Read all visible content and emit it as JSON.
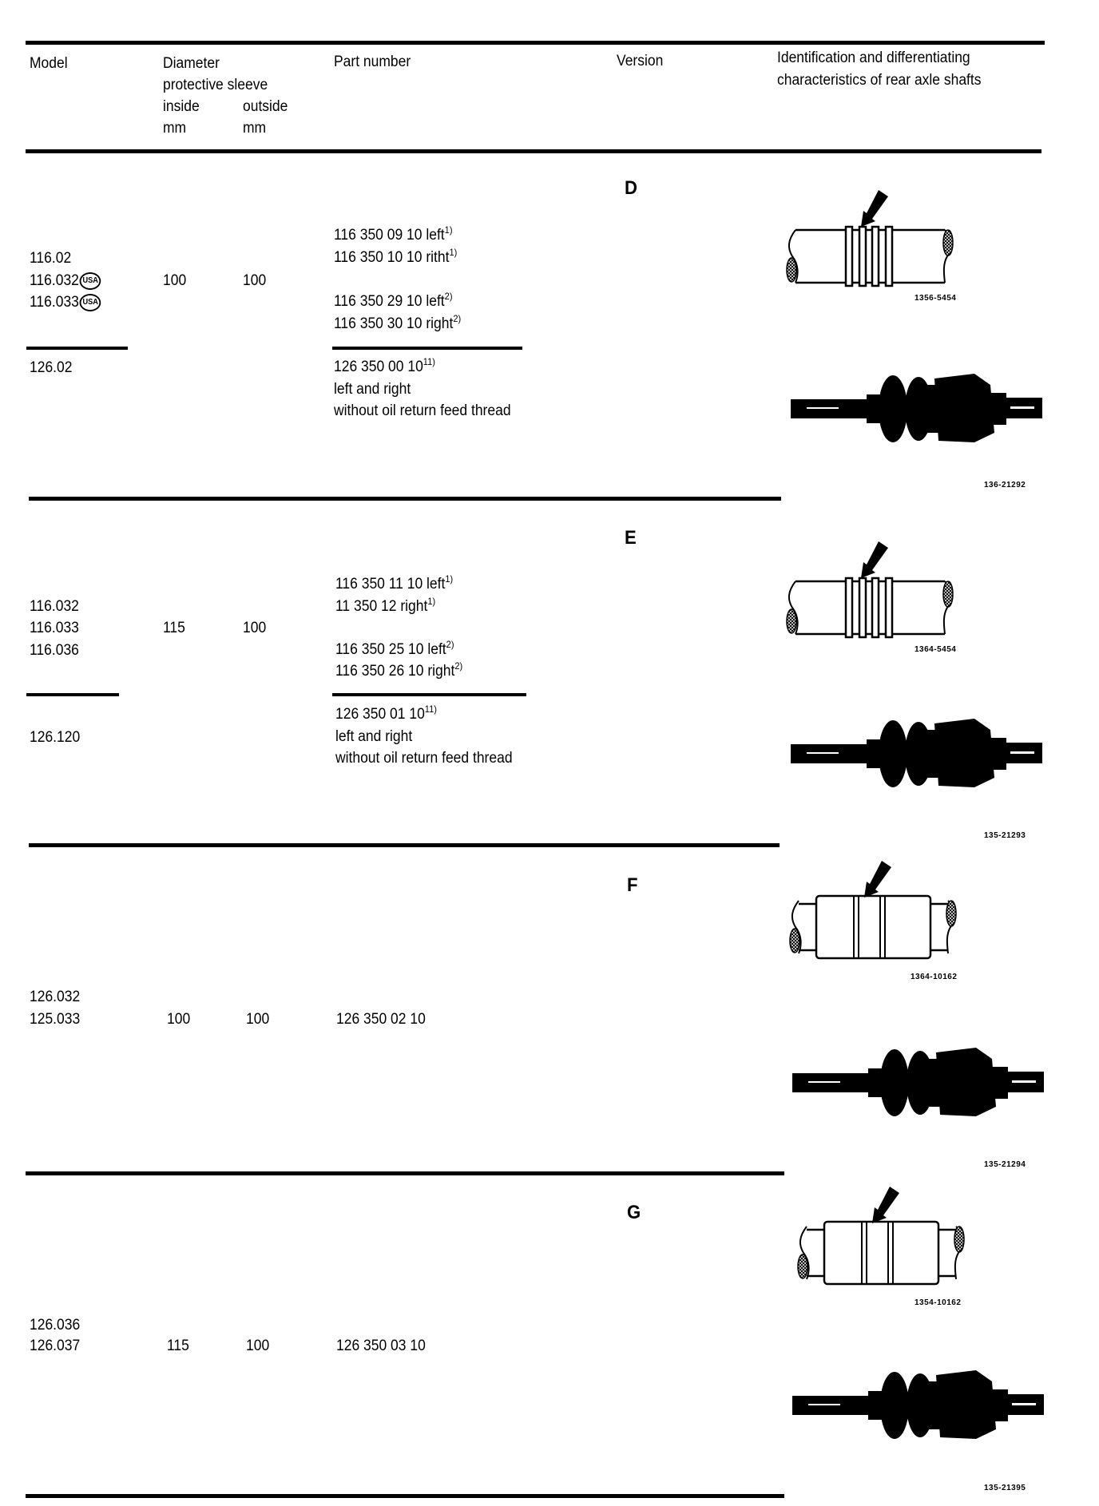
{
  "header": {
    "model": "Model",
    "diameter": "Diameter",
    "protective_sleeve": "protective sleeve",
    "inside": "inside",
    "outside": "outside",
    "inside_unit": "mm",
    "outside_unit": "mm",
    "part_number": "Part number",
    "version": "Version",
    "identification_1": "Identification and differentiating",
    "identification_2": "characteristics of rear axle shafts"
  },
  "usa_badge": "USA",
  "versions": [
    {
      "version": "D",
      "models_a": [
        {
          "model": "116.02",
          "usa": false
        },
        {
          "model": "116.032",
          "usa": true
        },
        {
          "model": "116.033",
          "usa": true
        }
      ],
      "inside": "100",
      "outside": "100",
      "parts_a": [
        {
          "number": "116 350 09 10 left",
          "note": "1"
        },
        {
          "number": "116 350 10 10 ritht",
          "note": "1"
        },
        {
          "number": "116 350 29 10 left",
          "note": "2"
        },
        {
          "number": "116 350 30 10 right",
          "note": "2"
        }
      ],
      "models_b": [
        "126.02"
      ],
      "part_b": {
        "number": "126 350 00 10",
        "note": "11",
        "line2": "left and right",
        "line3": "without oil return feed thread"
      },
      "fig_top_label": "1356-5454",
      "fig_bottom_label": "136-21292"
    },
    {
      "version": "E",
      "models_a": [
        {
          "model": "116.032",
          "usa": false
        },
        {
          "model": "116.033",
          "usa": false
        },
        {
          "model": "116.036",
          "usa": false
        }
      ],
      "inside": "115",
      "outside": "100",
      "parts_a": [
        {
          "number": "116 350 11 10 left",
          "note": "1"
        },
        {
          "number": "11   350 12 right",
          "note": "1"
        },
        {
          "number": "116 350 25 10 left",
          "note": "2"
        },
        {
          "number": "116 350 26 10 right",
          "note": "2"
        }
      ],
      "models_b": [
        "126.120"
      ],
      "part_b": {
        "number": "126 350 01 10",
        "note": "11",
        "line2": "left and right",
        "line3": "without oil return feed thread"
      },
      "fig_top_label": "1364-5454",
      "fig_bottom_label": "135-21293"
    },
    {
      "version": "F",
      "models_a": [
        {
          "model": "126.032",
          "usa": false
        },
        {
          "model": "125.033",
          "usa": false
        }
      ],
      "inside": "100",
      "outside": "100",
      "part": "126 350 02 10",
      "fig_top_label": "1364-10162",
      "fig_bottom_label": "135-21294"
    },
    {
      "version": "G",
      "models_a": [
        {
          "model": "126.036",
          "usa": false
        },
        {
          "model": "126.037",
          "usa": false
        }
      ],
      "inside": "115",
      "outside": "100",
      "part": "126 350 03 10",
      "fig_top_label": "1354-10162",
      "fig_bottom_label": "135-21395"
    }
  ]
}
